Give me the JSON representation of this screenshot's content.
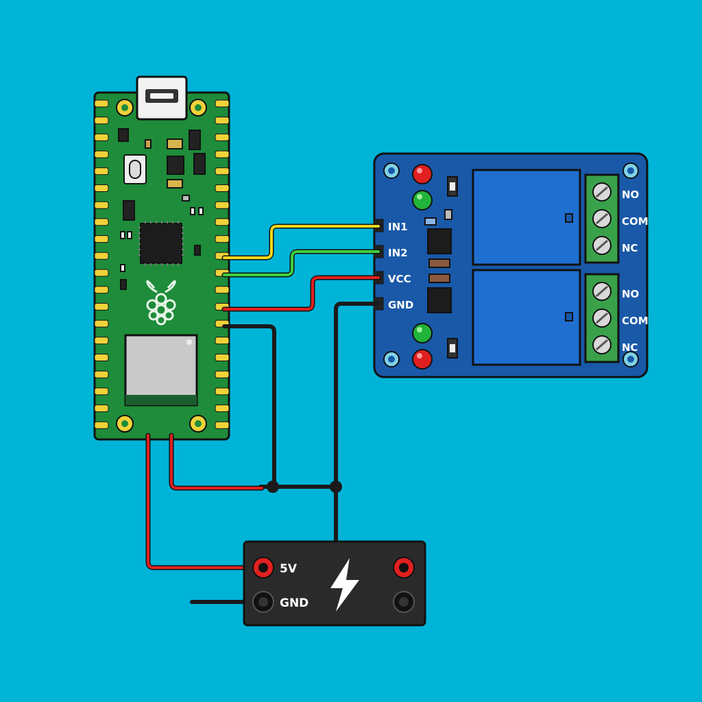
{
  "colors": {
    "background": "#00b4d8",
    "pico_board": "#1e8c3a",
    "relay_board": "#1959a8",
    "relay_block": "#1f6fd1",
    "terminal_block": "#3aa14b",
    "power_supply": "#2a2a2a",
    "wire_yellow": "#f2d81c",
    "wire_green": "#3fcf3c",
    "wire_red": "#e02020",
    "wire_black": "#1a1a1a"
  },
  "relay_module": {
    "pins": [
      {
        "label": "IN1"
      },
      {
        "label": "IN2"
      },
      {
        "label": "VCC"
      },
      {
        "label": "GND"
      }
    ],
    "terminals_top": [
      {
        "label": "NO"
      },
      {
        "label": "COM"
      },
      {
        "label": "NC"
      }
    ],
    "terminals_bottom": [
      {
        "label": "NO"
      },
      {
        "label": "COM"
      },
      {
        "label": "NC"
      }
    ]
  },
  "power_supply": {
    "positive_label": "5V",
    "ground_label": "GND",
    "icon": "lightning-bolt-icon"
  },
  "pico": {
    "logo": "raspberry-pi-logo-icon"
  }
}
